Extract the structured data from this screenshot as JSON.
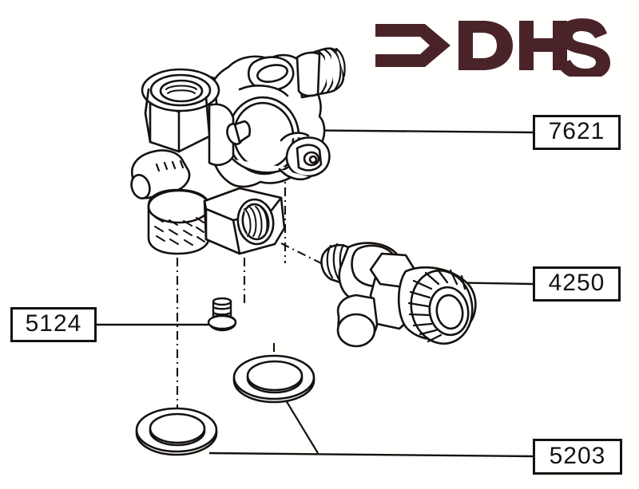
{
  "document": {
    "type": "exploded-parts-diagram",
    "title": "DHS valve assembly exploded view",
    "background_color": "#fffffd",
    "line_color": "#15110f"
  },
  "logo": {
    "name": "dhs-logo",
    "text": "DHS",
    "mark": "right-pointing-arrow-outline",
    "color": "#4a2328"
  },
  "labels": [
    {
      "id": "7621",
      "text": "7621",
      "part": "valve-body",
      "leader": "horizontal-left"
    },
    {
      "id": "4250",
      "text": "4250",
      "part": "thermostatic-cartridge",
      "leader": "horizontal-left"
    },
    {
      "id": "5124",
      "text": "5124",
      "part": "drain-screw",
      "leader": "horizontal-right"
    },
    {
      "id": "5203",
      "text": "5203",
      "part": "sealing-washer",
      "leader": "branching-up-left"
    }
  ],
  "parts": [
    {
      "ref": "7621",
      "name": "valve-body-assembly",
      "description": "Cast valve body with hex lock nut, threaded inlet spigot, side boss and threaded outlet"
    },
    {
      "ref": "4250",
      "name": "thermostatic-cartridge",
      "description": "Threaded cartridge insert with hex collar and fluted adjustment knob"
    },
    {
      "ref": "5124",
      "name": "drain-screw",
      "description": "Small flanged screw / plug"
    },
    {
      "ref": "5203",
      "name": "sealing-washer",
      "description": "Flat sealing washer, two shown",
      "quantity": 2
    }
  ],
  "centerlines": [
    {
      "name": "vertical-left-centerline",
      "style": "dash-dot"
    },
    {
      "name": "vertical-mid-centerline",
      "style": "dash-dot"
    },
    {
      "name": "vertical-right-centerline",
      "style": "dash-dot"
    },
    {
      "name": "diagonal-cartridge-centerline",
      "style": "dash-dot"
    }
  ]
}
